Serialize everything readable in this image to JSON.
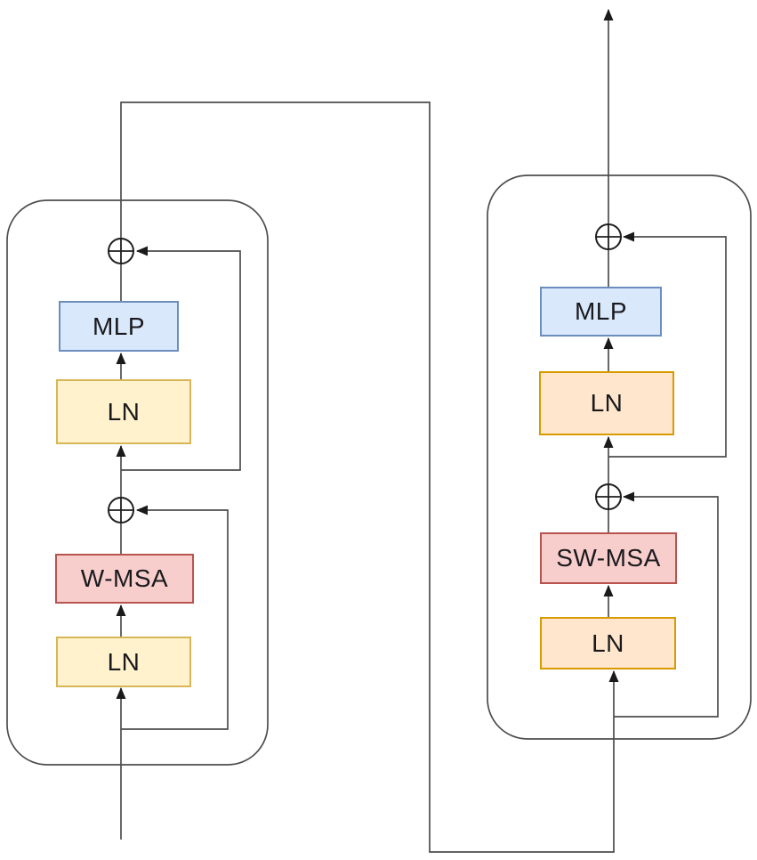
{
  "diagram_type": "transformer-blocks-flow-diagram",
  "operators": {
    "add_symbol": "⊕"
  },
  "icons": {
    "add_operator": "plus-circle-icon",
    "flow_arrow": "arrowhead-icon"
  },
  "palette": {
    "line": "#4d4d4d",
    "arrowhead": "#1a1a1a",
    "blue_fill": "#dae8fc",
    "blue_border": "#6c8ebf",
    "yellow_fill": "#fff2cc",
    "yellow_border": "#d6b656",
    "orange_fill": "#ffe6cc",
    "orange_border": "#d79b00",
    "pink_fill": "#f8cecc",
    "pink_border": "#b85450"
  },
  "blocks": {
    "left": {
      "mlp": {
        "label": "MLP",
        "fill": "#dae8fc",
        "border": "#6c8ebf"
      },
      "ln_top": {
        "label": "LN",
        "fill": "#fff2cc",
        "border": "#d6b656"
      },
      "wmsa": {
        "label": "W-MSA",
        "fill": "#f8cecc",
        "border": "#b85450"
      },
      "ln_bottom": {
        "label": "LN",
        "fill": "#fff2cc",
        "border": "#d6b656"
      }
    },
    "right": {
      "mlp": {
        "label": "MLP",
        "fill": "#dae8fc",
        "border": "#6c8ebf"
      },
      "ln_top": {
        "label": "LN",
        "fill": "#ffe6cc",
        "border": "#d79b00"
      },
      "swmsa": {
        "label": "SW-MSA",
        "fill": "#f8cecc",
        "border": "#b85450"
      },
      "ln_bottom": {
        "label": "LN",
        "fill": "#ffe6cc",
        "border": "#d79b00"
      }
    }
  }
}
